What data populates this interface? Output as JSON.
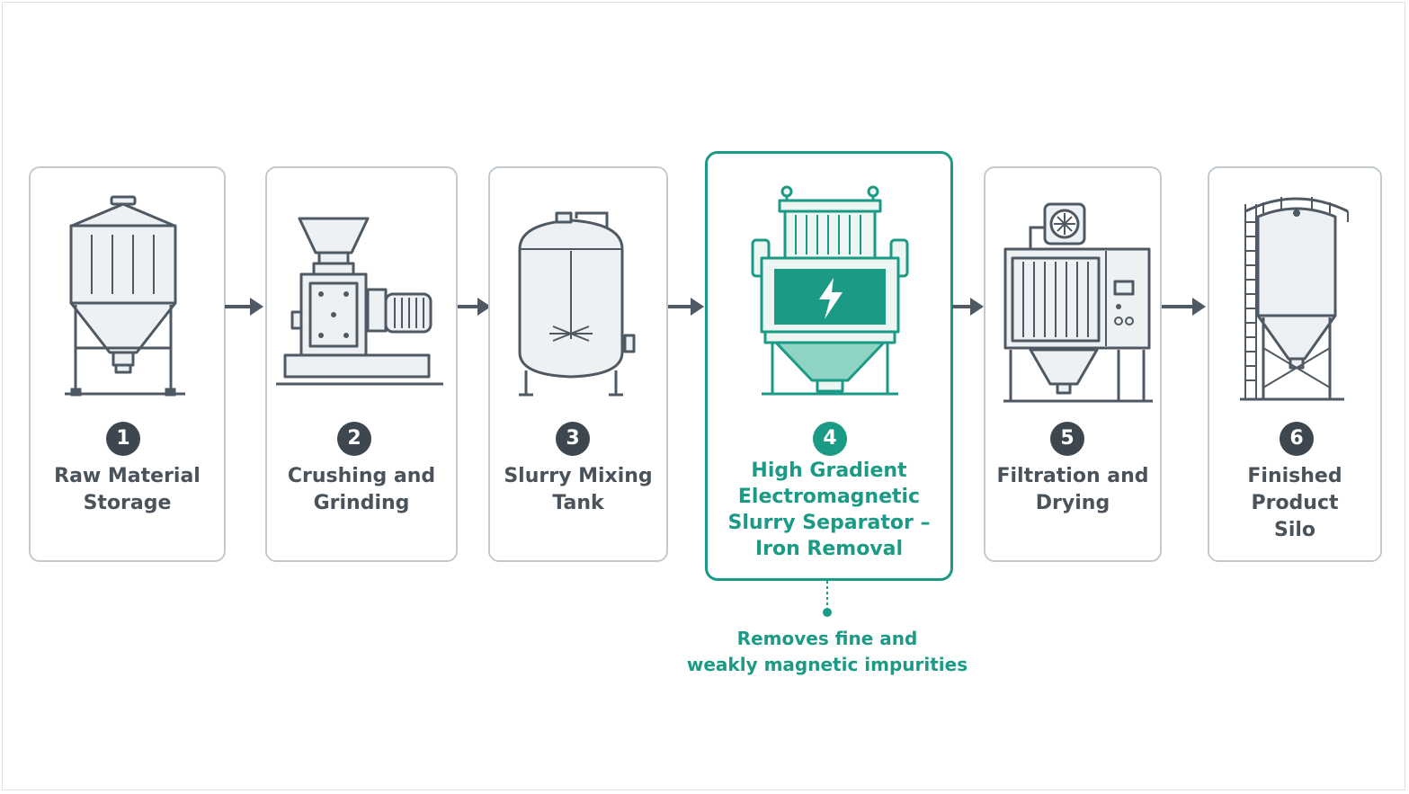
{
  "steps": [
    {
      "number": "1",
      "label_lines": [
        "Raw Material",
        "Storage"
      ],
      "icon": "storage-silo-icon"
    },
    {
      "number": "2",
      "label_lines": [
        "Crushing and",
        "Grinding"
      ],
      "icon": "crusher-grinder-icon"
    },
    {
      "number": "3",
      "label_lines": [
        "Slurry Mixing",
        "Tank"
      ],
      "icon": "mixing-tank-icon"
    },
    {
      "number": "4",
      "label_lines": [
        "High Gradient",
        "Electromagnetic",
        "Slurry Separator –",
        "Iron Removal"
      ],
      "icon": "electromagnetic-separator-icon",
      "highlighted": true
    },
    {
      "number": "5",
      "label_lines": [
        "Filtration and",
        "Drying"
      ],
      "icon": "filter-dryer-icon"
    },
    {
      "number": "6",
      "label_lines": [
        "Finished Product",
        "Silo"
      ],
      "icon": "product-silo-icon"
    }
  ],
  "callout": {
    "lines": [
      "Removes fine and",
      "weakly magnetic impurities"
    ]
  },
  "colors": {
    "accent": "#1b9a86",
    "accent_light": "#8fd3c4",
    "badge": "#3e4750",
    "border": "#c3cacf",
    "text": "#4a535b",
    "line": "#4f5963",
    "fill": "#eef1f3"
  }
}
